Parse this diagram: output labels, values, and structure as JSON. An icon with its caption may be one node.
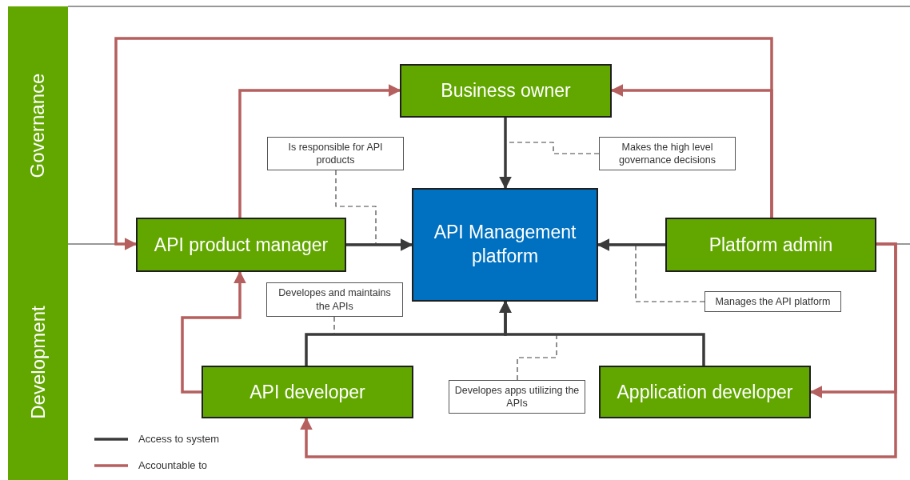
{
  "diagram": {
    "nodes": [
      {
        "text": [
          "Governance"
        ]
      },
      {
        "text": [
          "Development"
        ]
      },
      {
        "text": [
          "Business owner"
        ]
      },
      {
        "text": [
          "API product manager"
        ]
      },
      {
        "text": [
          "API Management platform"
        ]
      },
      {
        "text": [
          "Platform admin"
        ]
      },
      {
        "text": [
          "API developer"
        ]
      },
      {
        "text": [
          "Application developer"
        ]
      },
      {
        "text": [
          "Is responsible for API products"
        ]
      },
      {
        "text": [
          "Makes the high level governance decisions"
        ]
      },
      {
        "text": [
          "Developes and maintains the APIs"
        ]
      },
      {
        "text": [
          "Manages the API platform"
        ]
      },
      {
        "text": [
          "Developes apps utilizing the APIs"
        ]
      }
    ],
    "edges": [
      {
        "from": 3,
        "to": 4,
        "arrow": "to",
        "color": "#3a3a3a"
      },
      {
        "from": 2,
        "to": 4,
        "arrow": "to",
        "color": "#3a3a3a"
      },
      {
        "from": 5,
        "to": 4,
        "arrow": "to",
        "color": "#3a3a3a"
      },
      {
        "from": 6,
        "to": 4,
        "arrow": "to",
        "color": "#3a3a3a"
      },
      {
        "from": 7,
        "to": 4,
        "arrow": "to",
        "color": "#3a3a3a"
      },
      {
        "from": 3,
        "to": 2,
        "arrow": "to"
      },
      {
        "from": 5,
        "to": 2,
        "arrow": "to"
      },
      {
        "from": 5,
        "to": 3,
        "arrow": "to"
      },
      {
        "from": 6,
        "to": 3,
        "arrow": "to"
      },
      {
        "from": 5,
        "to": 7,
        "arrow": "to"
      },
      {
        "from": 5,
        "to": 6,
        "arrow": "to"
      },
      {
        "from": 8,
        "to": null,
        "arrow": "none",
        "style": "dashed",
        "color": "#444444"
      },
      {
        "from": 9,
        "to": null,
        "arrow": "none",
        "style": "dashed",
        "color": "#444444"
      },
      {
        "from": 10,
        "to": null,
        "arrow": "none",
        "style": "dashed",
        "color": "#444444"
      },
      {
        "from": 11,
        "to": null,
        "arrow": "none",
        "style": "dashed",
        "color": "#444444"
      },
      {
        "from": 12,
        "to": null,
        "arrow": "none",
        "style": "dashed",
        "color": "#444444"
      }
    ],
    "legend": [
      {
        "text": "Access to system"
      },
      {
        "text": "Accountable to"
      }
    ]
  }
}
